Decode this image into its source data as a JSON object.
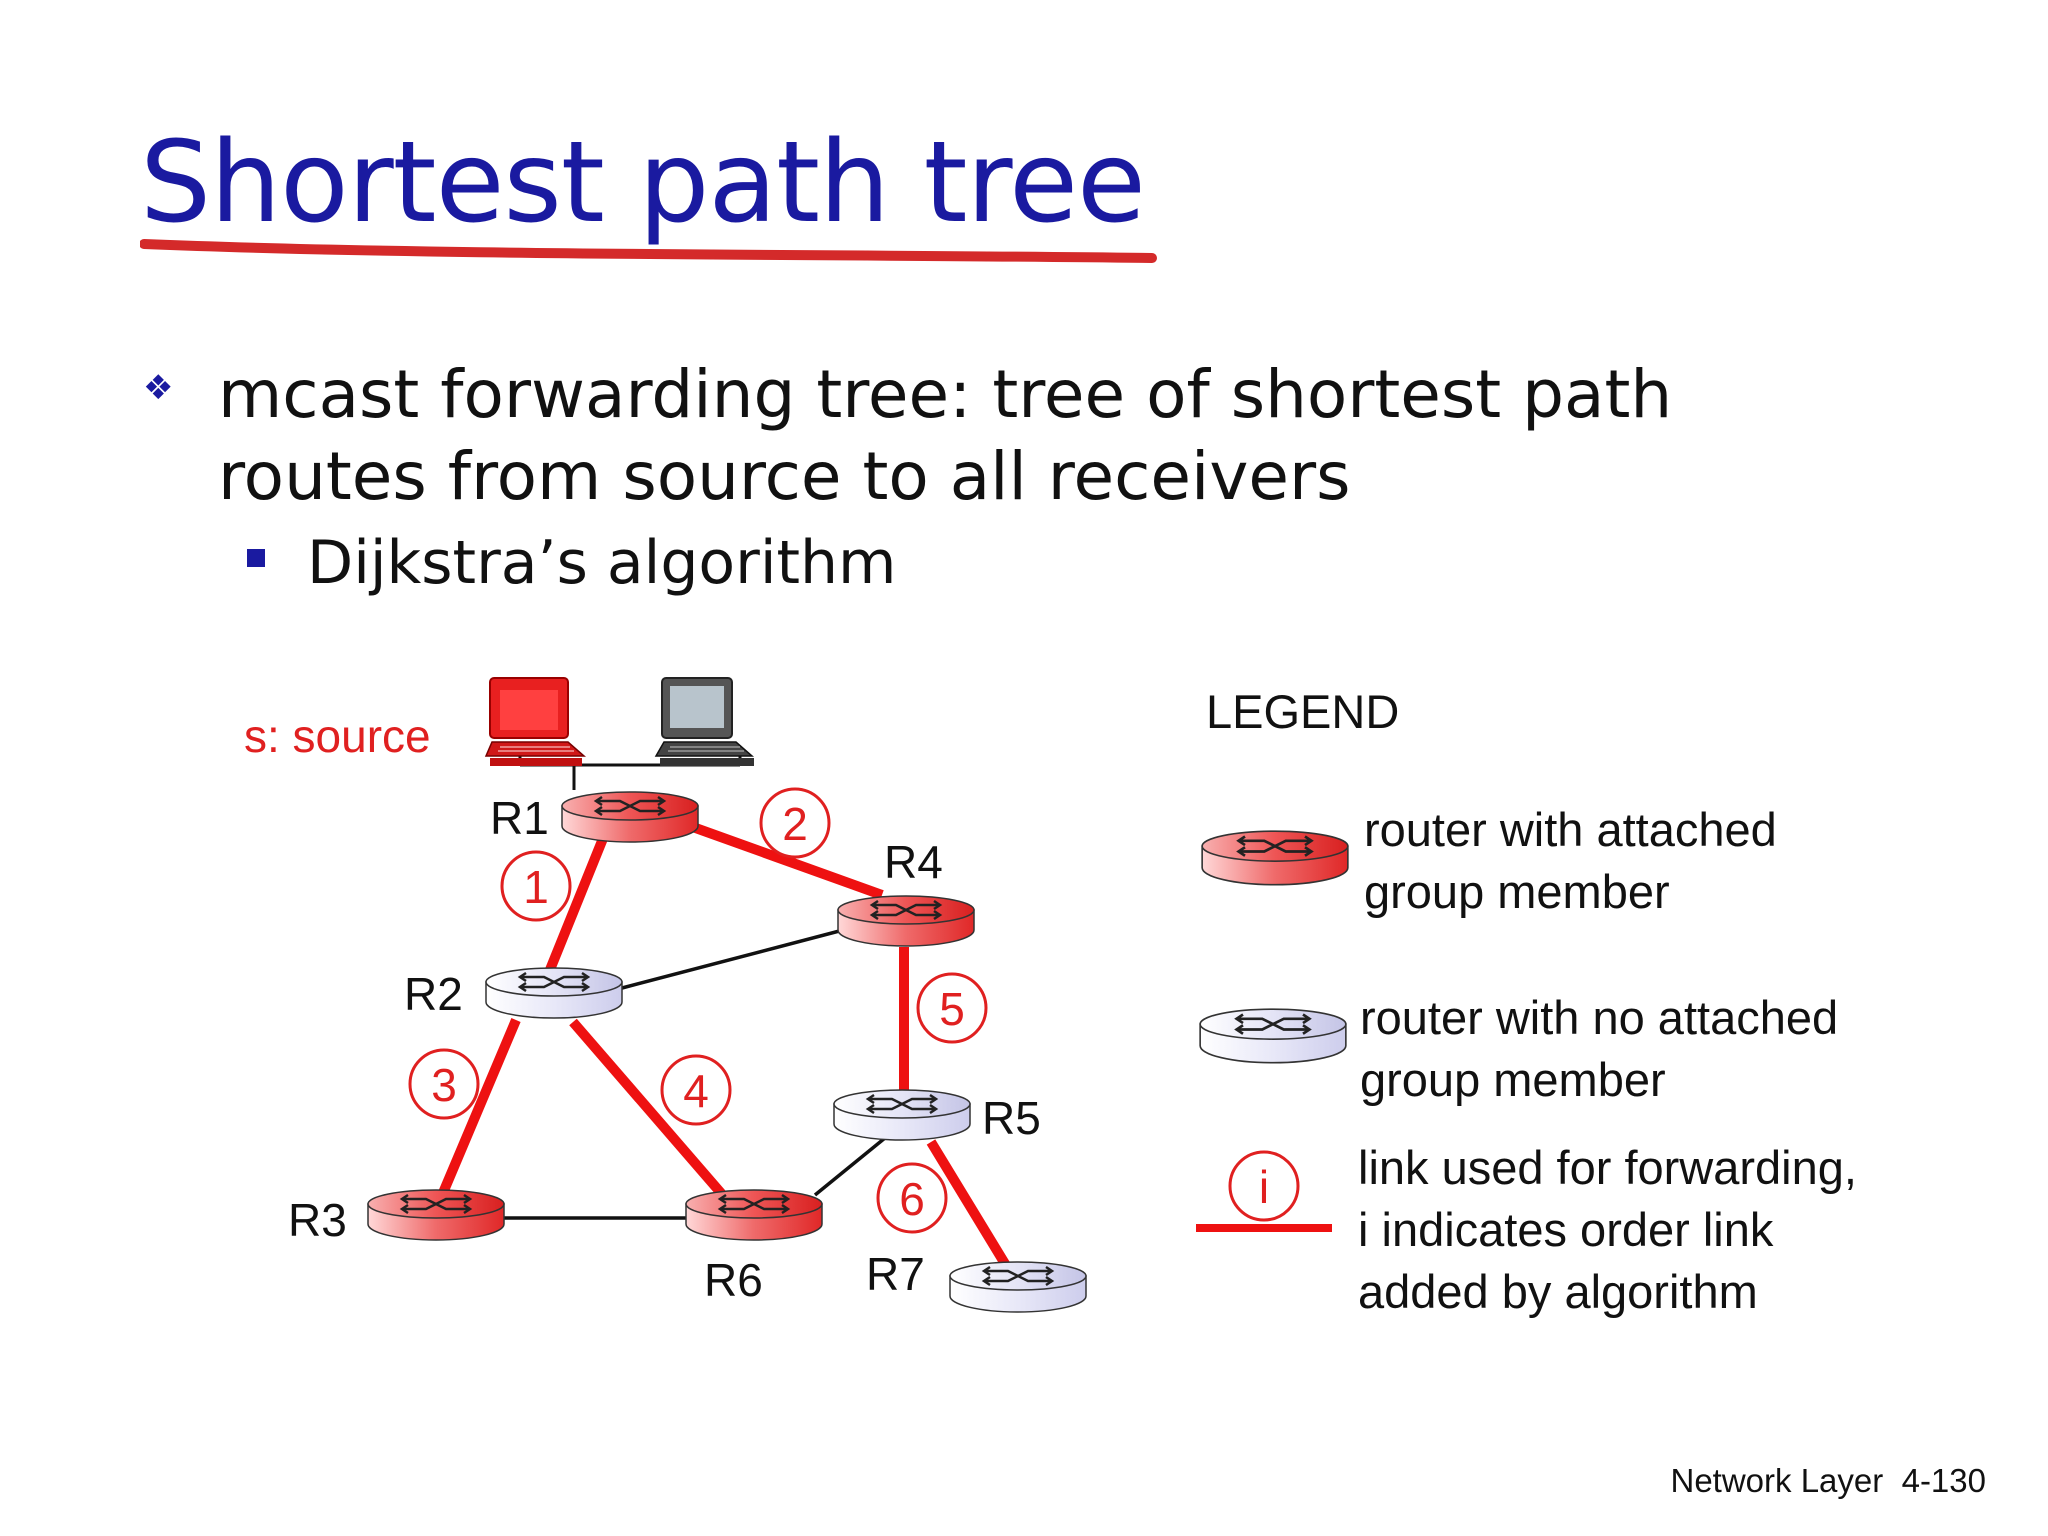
{
  "slide": {
    "title": "Shortest path tree",
    "bullet_1": "mcast forwarding tree: tree of shortest path routes from source to all receivers",
    "sub_bullet_1": "Dijkstra’s algorithm",
    "footer_section": "Network Layer",
    "footer_page": "4-130"
  },
  "diagram": {
    "source_label": "s: source",
    "routers": [
      {
        "id": "R1",
        "label": "R1",
        "group_member": true
      },
      {
        "id": "R2",
        "label": "R2",
        "group_member": false
      },
      {
        "id": "R3",
        "label": "R3",
        "group_member": true
      },
      {
        "id": "R4",
        "label": "R4",
        "group_member": true
      },
      {
        "id": "R5",
        "label": "R5",
        "group_member": false
      },
      {
        "id": "R6",
        "label": "R6",
        "group_member": true
      },
      {
        "id": "R7",
        "label": "R7",
        "group_member": false
      }
    ],
    "forwarding_links": [
      {
        "order": "1",
        "from": "R1",
        "to": "R2"
      },
      {
        "order": "2",
        "from": "R1",
        "to": "R4"
      },
      {
        "order": "3",
        "from": "R2",
        "to": "R3"
      },
      {
        "order": "4",
        "from": "R2",
        "to": "R6"
      },
      {
        "order": "5",
        "from": "R4",
        "to": "R5"
      },
      {
        "order": "6",
        "from": "R5",
        "to": "R7"
      }
    ],
    "other_links": [
      {
        "from": "R2",
        "to": "R4"
      },
      {
        "from": "R3",
        "to": "R6"
      },
      {
        "from": "R6",
        "to": "R5"
      }
    ],
    "colors": {
      "member": "#e83a3a",
      "non_member": "#d8d8f2",
      "link": "#ee1111",
      "title": "#1a1aa0"
    }
  },
  "legend": {
    "title": "LEGEND",
    "member_line1": "router with attached",
    "member_line2": "group member",
    "nonmember_line1": "router with no attached",
    "nonmember_line2": "group member",
    "link_symbol": "i",
    "link_line1": "link used for forwarding,",
    "link_line2": "i indicates order link",
    "link_line3": "added by algorithm"
  }
}
